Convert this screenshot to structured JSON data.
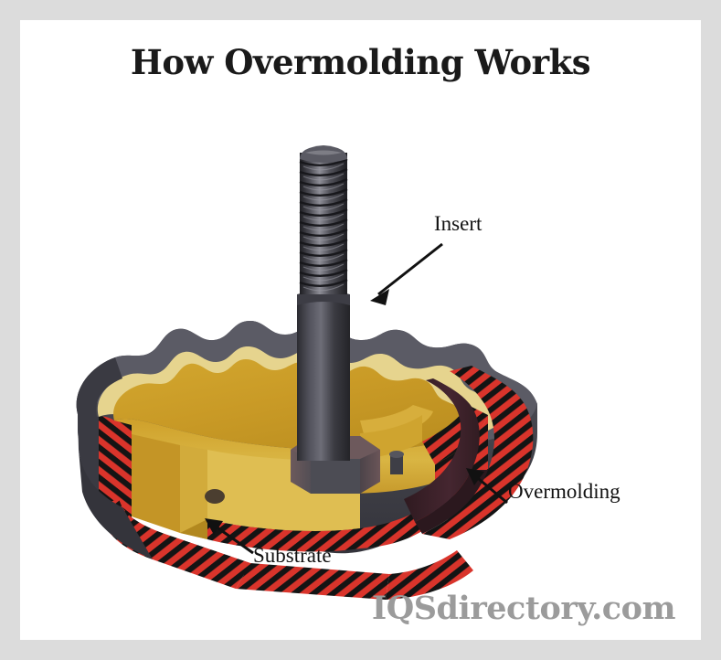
{
  "page": {
    "title": "How Overmolding Works",
    "watermark": "IQSdirectory.com",
    "frame_color": "#dcdcdc",
    "canvas_color": "#ffffff"
  },
  "diagram": {
    "name": "overmolding-cross-section",
    "description": "Cutaway cross-section of an overmolded part showing a threaded metal insert bolt embedded in a gold substrate that is encased by a hatched red overmolding layer with a dark gray outer skin.",
    "callouts": [
      {
        "id": "insert",
        "label": "Insert",
        "icon": "arrow-down-left-icon",
        "target": "threaded-bolt-shaft"
      },
      {
        "id": "overmolding",
        "label": "Overmolding",
        "icon": "arrow-up-left-icon",
        "target": "outer-molded-skin"
      },
      {
        "id": "substrate",
        "label": "Substrate",
        "icon": "arrow-up-left-icon",
        "target": "gold-substrate-body"
      }
    ],
    "colors": {
      "substrate_gold": "#C99A26",
      "substrate_gold_light": "#DFC562",
      "substrate_gold_pale": "#E8D58B",
      "overmold_red": "#D9342B",
      "overmold_red_dark": "#A8221C",
      "hatch_black": "#111111",
      "shell_gray": "#3E3E46",
      "shell_gray_light": "#5A5A64",
      "insert_metal_dark": "#35353A",
      "insert_metal_light": "#7A7A82",
      "maroon_shadow": "#3B2026",
      "arrow_black": "#111111",
      "title_black": "#1a1a1a",
      "watermark_gray": "#9b9b9b"
    }
  }
}
